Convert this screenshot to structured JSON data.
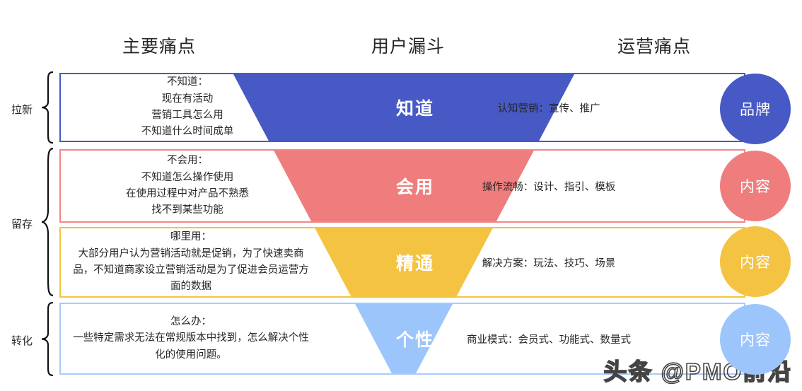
{
  "headers": {
    "pain_points": "主要痛点",
    "funnel": "用户漏斗",
    "ops_points": "运营痛点"
  },
  "groups": [
    {
      "label": "拉新",
      "rows": 1
    },
    {
      "label": "留存",
      "rows": 2
    },
    {
      "label": "转化",
      "rows": 1
    }
  ],
  "colors": {
    "stage_1": "#4759c4",
    "stage_2": "#f07d7d",
    "stage_3": "#f5c342",
    "stage_4": "#9cc5fb",
    "text": "#262626",
    "background": "#ffffff"
  },
  "rows": [
    {
      "stage_label": "知道",
      "color": "#4759c4",
      "border_color": "#4759c4",
      "pain_lines": [
        "不知道：",
        "现在有活动",
        "营销工具怎么用",
        "不知道什么时间成单"
      ],
      "ops_text": "认知营销：宣传、推广",
      "badge_label": "品牌"
    },
    {
      "stage_label": "会用",
      "color": "#f07d7d",
      "border_color": "#f08787",
      "pain_lines": [
        "不会用：",
        "不知道怎么操作使用",
        "在使用过程中对产品不熟悉",
        "找不到某些功能"
      ],
      "ops_text": "操作流畅：设计、指引、模板",
      "badge_label": "内容"
    },
    {
      "stage_label": "精通",
      "color": "#f5c342",
      "border_color": "#f5c342",
      "pain_lines": [
        "哪里用：",
        "大部分用户认为营销活动就是促销，为了快速卖商品，不知道商家设立营销活动是为了促进会员运营方面的数据"
      ],
      "ops_text": "解决方案：玩法、技巧、场景",
      "badge_label": "内容"
    },
    {
      "stage_label": "个性",
      "color": "#9cc5fb",
      "border_color": "#a8cbfb",
      "pain_lines": [
        "怎么办：",
        "一些特定需求无法在常规版本中找到，怎么解决个性化的使用问题。"
      ],
      "ops_text": "商业模式：会员式、功能式、数量式",
      "badge_label": "内容"
    }
  ],
  "watermark": "头条 @PMO前沿"
}
